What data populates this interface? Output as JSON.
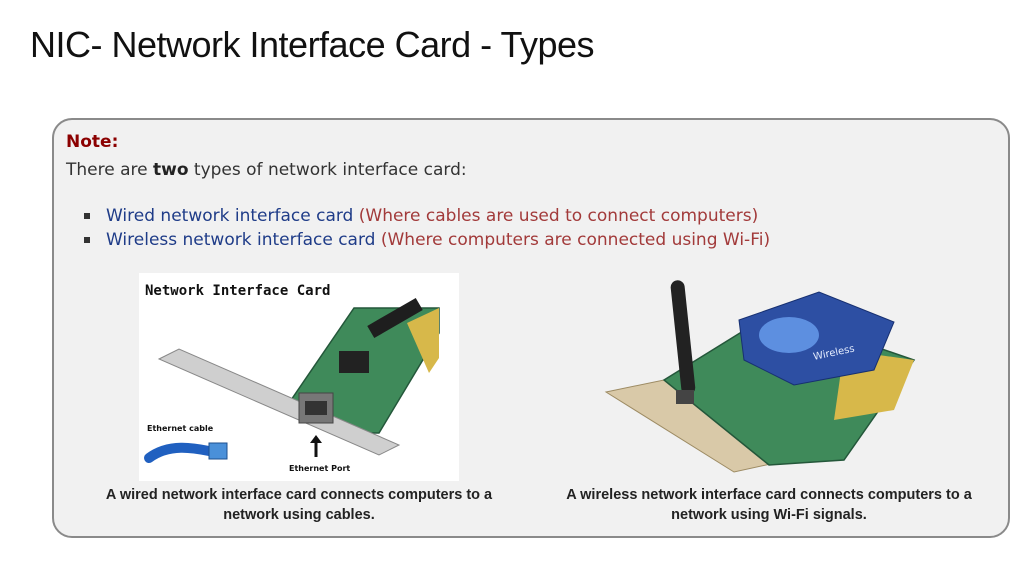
{
  "slide": {
    "title": "NIC- Network Interface Card - Types"
  },
  "note": {
    "label": "Note:",
    "intro_before": "There are ",
    "intro_bold": "two",
    "intro_after": " types of network interface card:",
    "items": [
      {
        "lead": "Wired network interface card",
        "paren": " (Where cables are used to connect computers)"
      },
      {
        "lead": "Wireless network interface card",
        "paren": " (Where computers are connected using Wi-Fi)"
      }
    ]
  },
  "wired_figure": {
    "heading": "Network Interface Card",
    "cable_label": "Ethernet cable",
    "port_label": "Ethernet Port",
    "caption_line1": "A wired network interface card connects computers to a",
    "caption_line2": "network using cables."
  },
  "wireless_figure": {
    "chip_text": "Wireless",
    "caption_line1": "A wireless network interface card connects computers to a",
    "caption_line2": "network using Wi-Fi signals."
  }
}
